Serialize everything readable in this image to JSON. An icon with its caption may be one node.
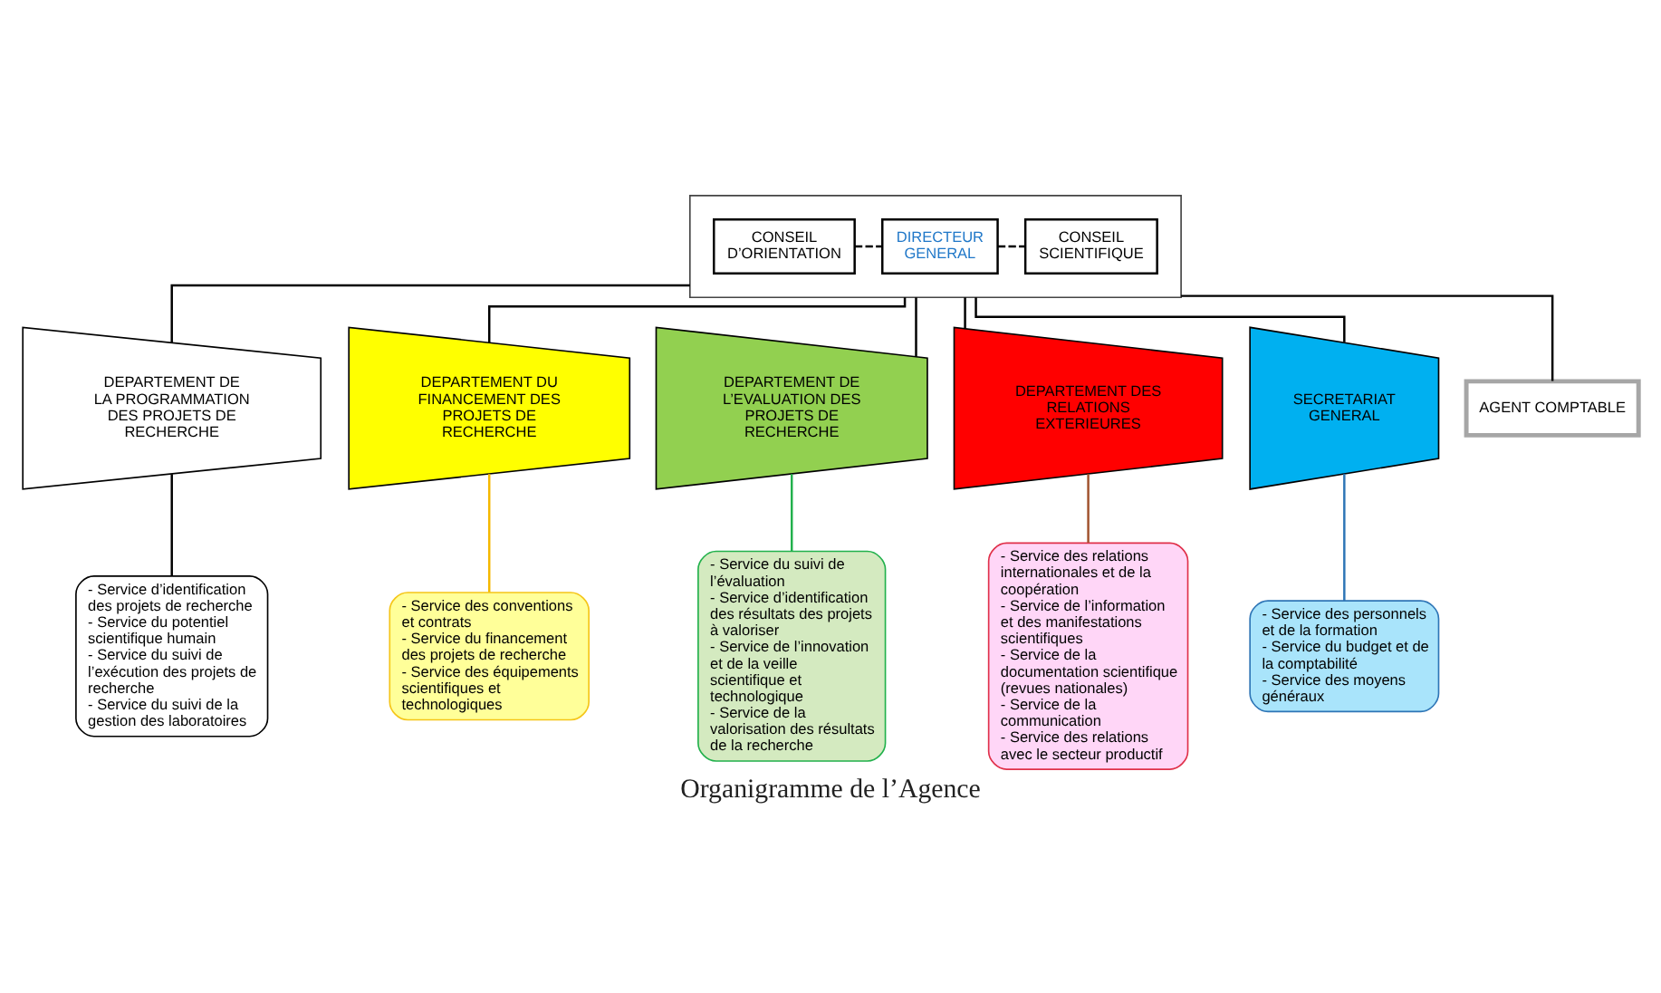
{
  "diagram": {
    "caption": "Organigramme de l’Agence",
    "nodes": [
      {
        "text": [],
        "shape": "box"
      },
      {
        "text": [
          "CONSEIL D’ORIENTATION"
        ],
        "in": 0
      },
      {
        "text": [
          "DIRECTEUR GENERAL"
        ],
        "in": 0
      },
      {
        "text": [
          "CONSEIL SCIENTIFIQUE"
        ],
        "in": 0
      },
      {
        "text": [
          "DEPARTEMENT DE LA PROGRAMMATION DES PROJETS DE RECHERCHE"
        ]
      },
      {
        "text": [
          "DEPARTEMENT DU FINANCEMENT DES PROJETS DE RECHERCHE"
        ]
      },
      {
        "text": [
          "DEPARTEMENT DE L’EVALUATION DES PROJETS DE RECHERCHE"
        ]
      },
      {
        "text": [
          "DEPARTEMENT DES RELATIONS EXTERIEURES"
        ]
      },
      {
        "text": [
          "SECRETARIAT GENERAL"
        ]
      },
      {
        "text": [
          "AGENT COMPTABLE"
        ]
      },
      {
        "text": [
          "- Service d’identification des projets de recherche",
          "- Service du potentiel scientifique humain",
          "- Service du suivi de l’exécution des projets de recherche",
          "- Service du suivi de la gestion des laboratoires"
        ]
      },
      {
        "text": [
          "- Service des conventions et contrats",
          "- Service du financement des projets de recherche",
          "- Service des équipements scientifiques et technologiques"
        ]
      },
      {
        "text": [
          "- Service du suivi de l’évaluation",
          "- Service d’identification des résultats des projets à valoriser",
          "- Service de l’innovation et de la veille scientifique et technologique",
          "- Service de la valorisation des résultats de la recherche"
        ]
      },
      {
        "text": [
          "- Service des relations internationales et de la coopération",
          "- Service de l’information et des manifestations scientifiques",
          "- Service de la documentation scientifique (revues nationales)",
          "- Service de la communication",
          "- Service des relations avec le secteur productif"
        ]
      },
      {
        "text": [
          "- Service des personnels et de la formation",
          "- Service du budget et de la comptabilité",
          "- Service des moyens généraux"
        ]
      }
    ],
    "edges": [
      {
        "from": 1,
        "to": 2,
        "arrow": "none",
        "style": "dashed"
      },
      {
        "from": 2,
        "to": 3,
        "arrow": "none",
        "style": "dashed"
      },
      {
        "from": 0,
        "to": 4,
        "arrow": "none"
      },
      {
        "from": 0,
        "to": 5,
        "arrow": "none"
      },
      {
        "from": 0,
        "to": 6,
        "arrow": "none"
      },
      {
        "from": 0,
        "to": 7,
        "arrow": "none"
      },
      {
        "from": 0,
        "to": 8,
        "arrow": "none"
      },
      {
        "from": 0,
        "to": 9,
        "arrow": "none"
      },
      {
        "from": 4,
        "to": 10,
        "arrow": "none"
      },
      {
        "from": 5,
        "to": 11,
        "arrow": "none",
        "color": "#f5b800"
      },
      {
        "from": 6,
        "to": 12,
        "arrow": "none",
        "color": "#22b14c"
      },
      {
        "from": 7,
        "to": 13,
        "arrow": "none",
        "color": "#a0522d"
      },
      {
        "from": 8,
        "to": 14,
        "arrow": "none",
        "color": "#2e75b6"
      }
    ]
  }
}
